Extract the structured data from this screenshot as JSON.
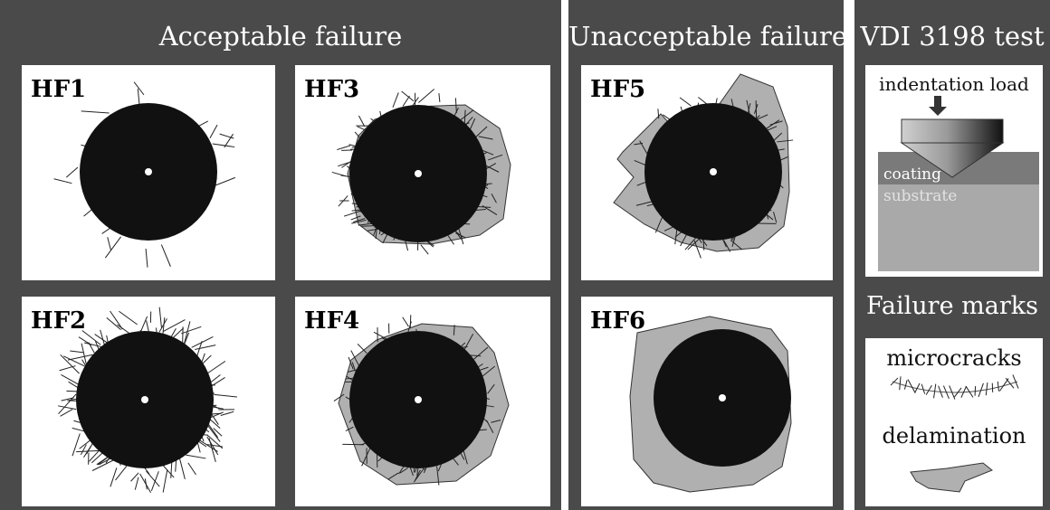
{
  "sections": {
    "acceptable": {
      "title": "Acceptable failure"
    },
    "unacceptable": {
      "title": "Unacceptable failure"
    },
    "test": {
      "title": "VDI 3198 test"
    },
    "marks": {
      "title": "Failure marks"
    }
  },
  "panels": [
    {
      "label": "HF1"
    },
    {
      "label": "HF3"
    },
    {
      "label": "HF2"
    },
    {
      "label": "HF4"
    },
    {
      "label": "HF5"
    },
    {
      "label": "HF6"
    }
  ],
  "test_panel": {
    "load_label": "indentation load",
    "coating_label": "coating",
    "substrate_label": "substrate"
  },
  "legend": {
    "microcracks": "microcracks",
    "delamination": "delamination"
  },
  "colors": {
    "background_frame": "#4a4a4a",
    "crater": "#111111",
    "delamination": "#b0b0b0",
    "coating": "#7a7a7a",
    "substrate": "#a9a9a9"
  }
}
